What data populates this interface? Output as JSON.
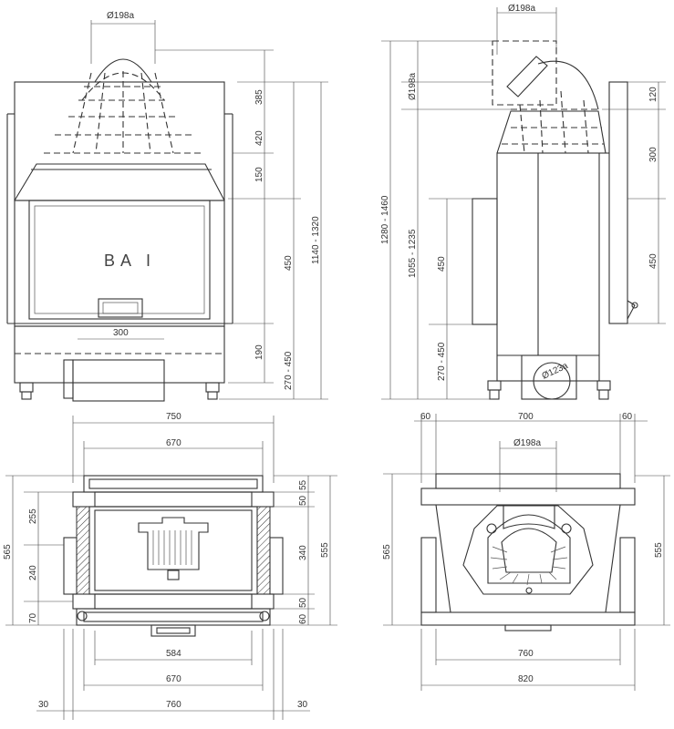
{
  "front_view": {
    "pipe": "Ø198a",
    "brand": "BA I",
    "dims_right": [
      "385",
      "420",
      "150",
      "450",
      "190",
      "270 - 450",
      "1140 - 1320"
    ],
    "bottom_width": "300"
  },
  "side_view": {
    "pipe_top": "Ø198a",
    "pipe_side": "Ø198a",
    "pipe_bottom": "Ø123a",
    "dims_left": [
      "1280 - 1460",
      "1055 - 1235",
      "450",
      "270 - 450"
    ],
    "dims_right": [
      "120",
      "300",
      "450"
    ]
  },
  "plan_view": {
    "widths_top": [
      "750",
      "670"
    ],
    "widths_bottom": [
      "584",
      "670",
      "760"
    ],
    "side_offsets": [
      "30",
      "30"
    ],
    "dims_left": [
      "565",
      "255",
      "240",
      "70"
    ],
    "dims_right": [
      "55",
      "50",
      "340",
      "555",
      "50",
      "60"
    ]
  },
  "top_view": {
    "widths_top": [
      "60",
      "700",
      "60"
    ],
    "pipe": "Ø198a",
    "widths_bottom": [
      "760",
      "820"
    ],
    "dims_left": [
      "565"
    ],
    "dims_right": [
      "555"
    ]
  }
}
